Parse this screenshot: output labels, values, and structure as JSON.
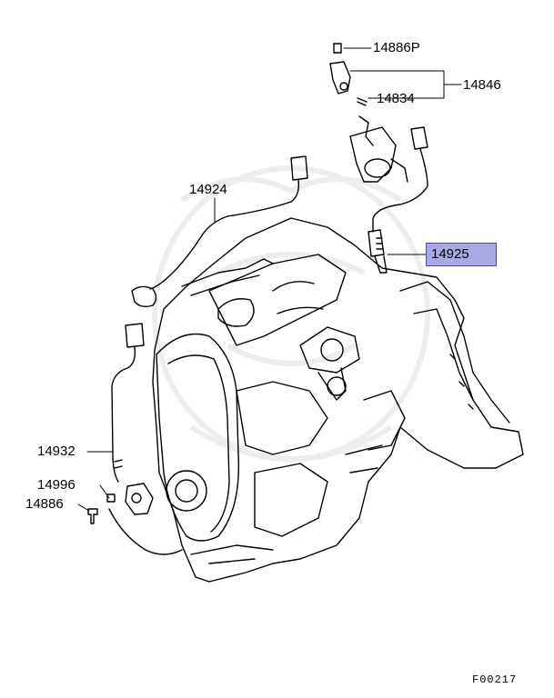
{
  "diagram": {
    "part_numbers": [
      {
        "id": "p14886P",
        "text": "14886P"
      },
      {
        "id": "p14846",
        "text": "14846"
      },
      {
        "id": "p14834",
        "text": "14834"
      },
      {
        "id": "p14924",
        "text": "14924"
      },
      {
        "id": "p14925",
        "text": "14925",
        "highlighted": true
      },
      {
        "id": "p14932",
        "text": "14932"
      },
      {
        "id": "p14996",
        "text": "14996"
      },
      {
        "id": "p14886",
        "text": "14886"
      }
    ],
    "highlight_color": "#a9a9e6",
    "figure_code": "F00217"
  }
}
